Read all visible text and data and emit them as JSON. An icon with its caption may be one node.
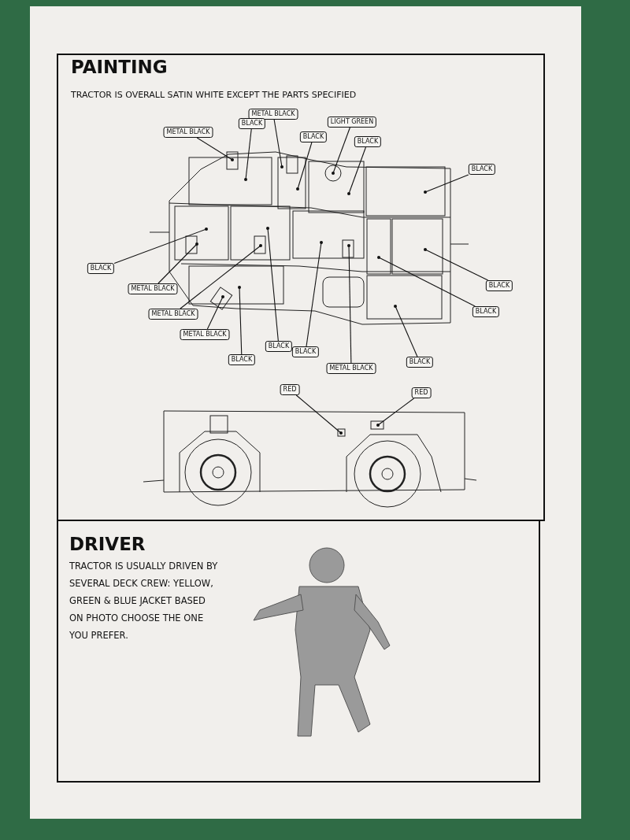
{
  "diagram": {
    "nodes": [
      {
        "text": [
          "PAINTING",
          "TRACTOR IS OVERALL SATIN WHITE EXCEPT THE PARTS SPECIFIED"
        ]
      },
      {
        "text": [
          "DRIVER",
          "TRACTOR IS USUALLY DRIVEN BY SEVERAL DECK CREW: YELLOW, GREEN & BLUE JACKET BASED ON PHOTO CHOOSE THE ONE YOU PREFER."
        ]
      },
      {
        "text": [
          "METAL BLACK"
        ],
        "in": 0
      },
      {
        "text": [
          "LIGHT GREEN"
        ],
        "in": 0
      },
      {
        "text": [
          "BLACK"
        ],
        "in": 0
      },
      {
        "text": [
          "METAL BLACK"
        ],
        "in": 0
      },
      {
        "text": [
          "BLACK"
        ],
        "in": 0
      },
      {
        "text": [
          "BLACK"
        ],
        "in": 0
      },
      {
        "text": [
          "BLACK"
        ],
        "in": 0
      },
      {
        "text": [
          "BLACK"
        ],
        "in": 0
      },
      {
        "text": [
          "BLACK"
        ],
        "in": 0
      },
      {
        "text": [
          "METAL BLACK"
        ],
        "in": 0
      },
      {
        "text": [
          "BLACK"
        ],
        "in": 0
      },
      {
        "text": [
          "METAL BLACK"
        ],
        "in": 0
      },
      {
        "text": [
          "METAL BLACK"
        ],
        "in": 0
      },
      {
        "text": [
          "BLACK"
        ],
        "in": 0
      },
      {
        "text": [
          "BLACK"
        ],
        "in": 0
      },
      {
        "text": [
          "BLACK"
        ],
        "in": 0
      },
      {
        "text": [
          "BLACK"
        ],
        "in": 0
      },
      {
        "text": [
          "METAL BLACK"
        ],
        "in": 0
      },
      {
        "text": [
          "RED"
        ],
        "in": 0
      },
      {
        "text": [
          "RED"
        ],
        "in": 0
      }
    ],
    "edges": [
      {
        "from": 2,
        "to": null,
        "arrow": "other"
      },
      {
        "from": 3,
        "to": null,
        "arrow": "other"
      },
      {
        "from": 4,
        "to": null,
        "arrow": "other"
      },
      {
        "from": 5,
        "to": null,
        "arrow": "other"
      },
      {
        "from": 6,
        "to": null,
        "arrow": "other"
      },
      {
        "from": 7,
        "to": null,
        "arrow": "other"
      },
      {
        "from": 8,
        "to": null,
        "arrow": "other"
      },
      {
        "from": 9,
        "to": null,
        "arrow": "other"
      },
      {
        "from": 10,
        "to": null,
        "arrow": "other"
      },
      {
        "from": 11,
        "to": null,
        "arrow": "other"
      },
      {
        "from": 12,
        "to": null,
        "arrow": "other"
      },
      {
        "from": 13,
        "to": null,
        "arrow": "other"
      },
      {
        "from": 14,
        "to": null,
        "arrow": "other"
      },
      {
        "from": 15,
        "to": null,
        "arrow": "other"
      },
      {
        "from": 16,
        "to": null,
        "arrow": "other"
      },
      {
        "from": 17,
        "to": null,
        "arrow": "other"
      },
      {
        "from": 18,
        "to": null,
        "arrow": "other"
      },
      {
        "from": 19,
        "to": null,
        "arrow": "other"
      },
      {
        "from": 20,
        "to": null,
        "arrow": "other"
      },
      {
        "from": 21,
        "to": null,
        "arrow": "other"
      }
    ]
  }
}
